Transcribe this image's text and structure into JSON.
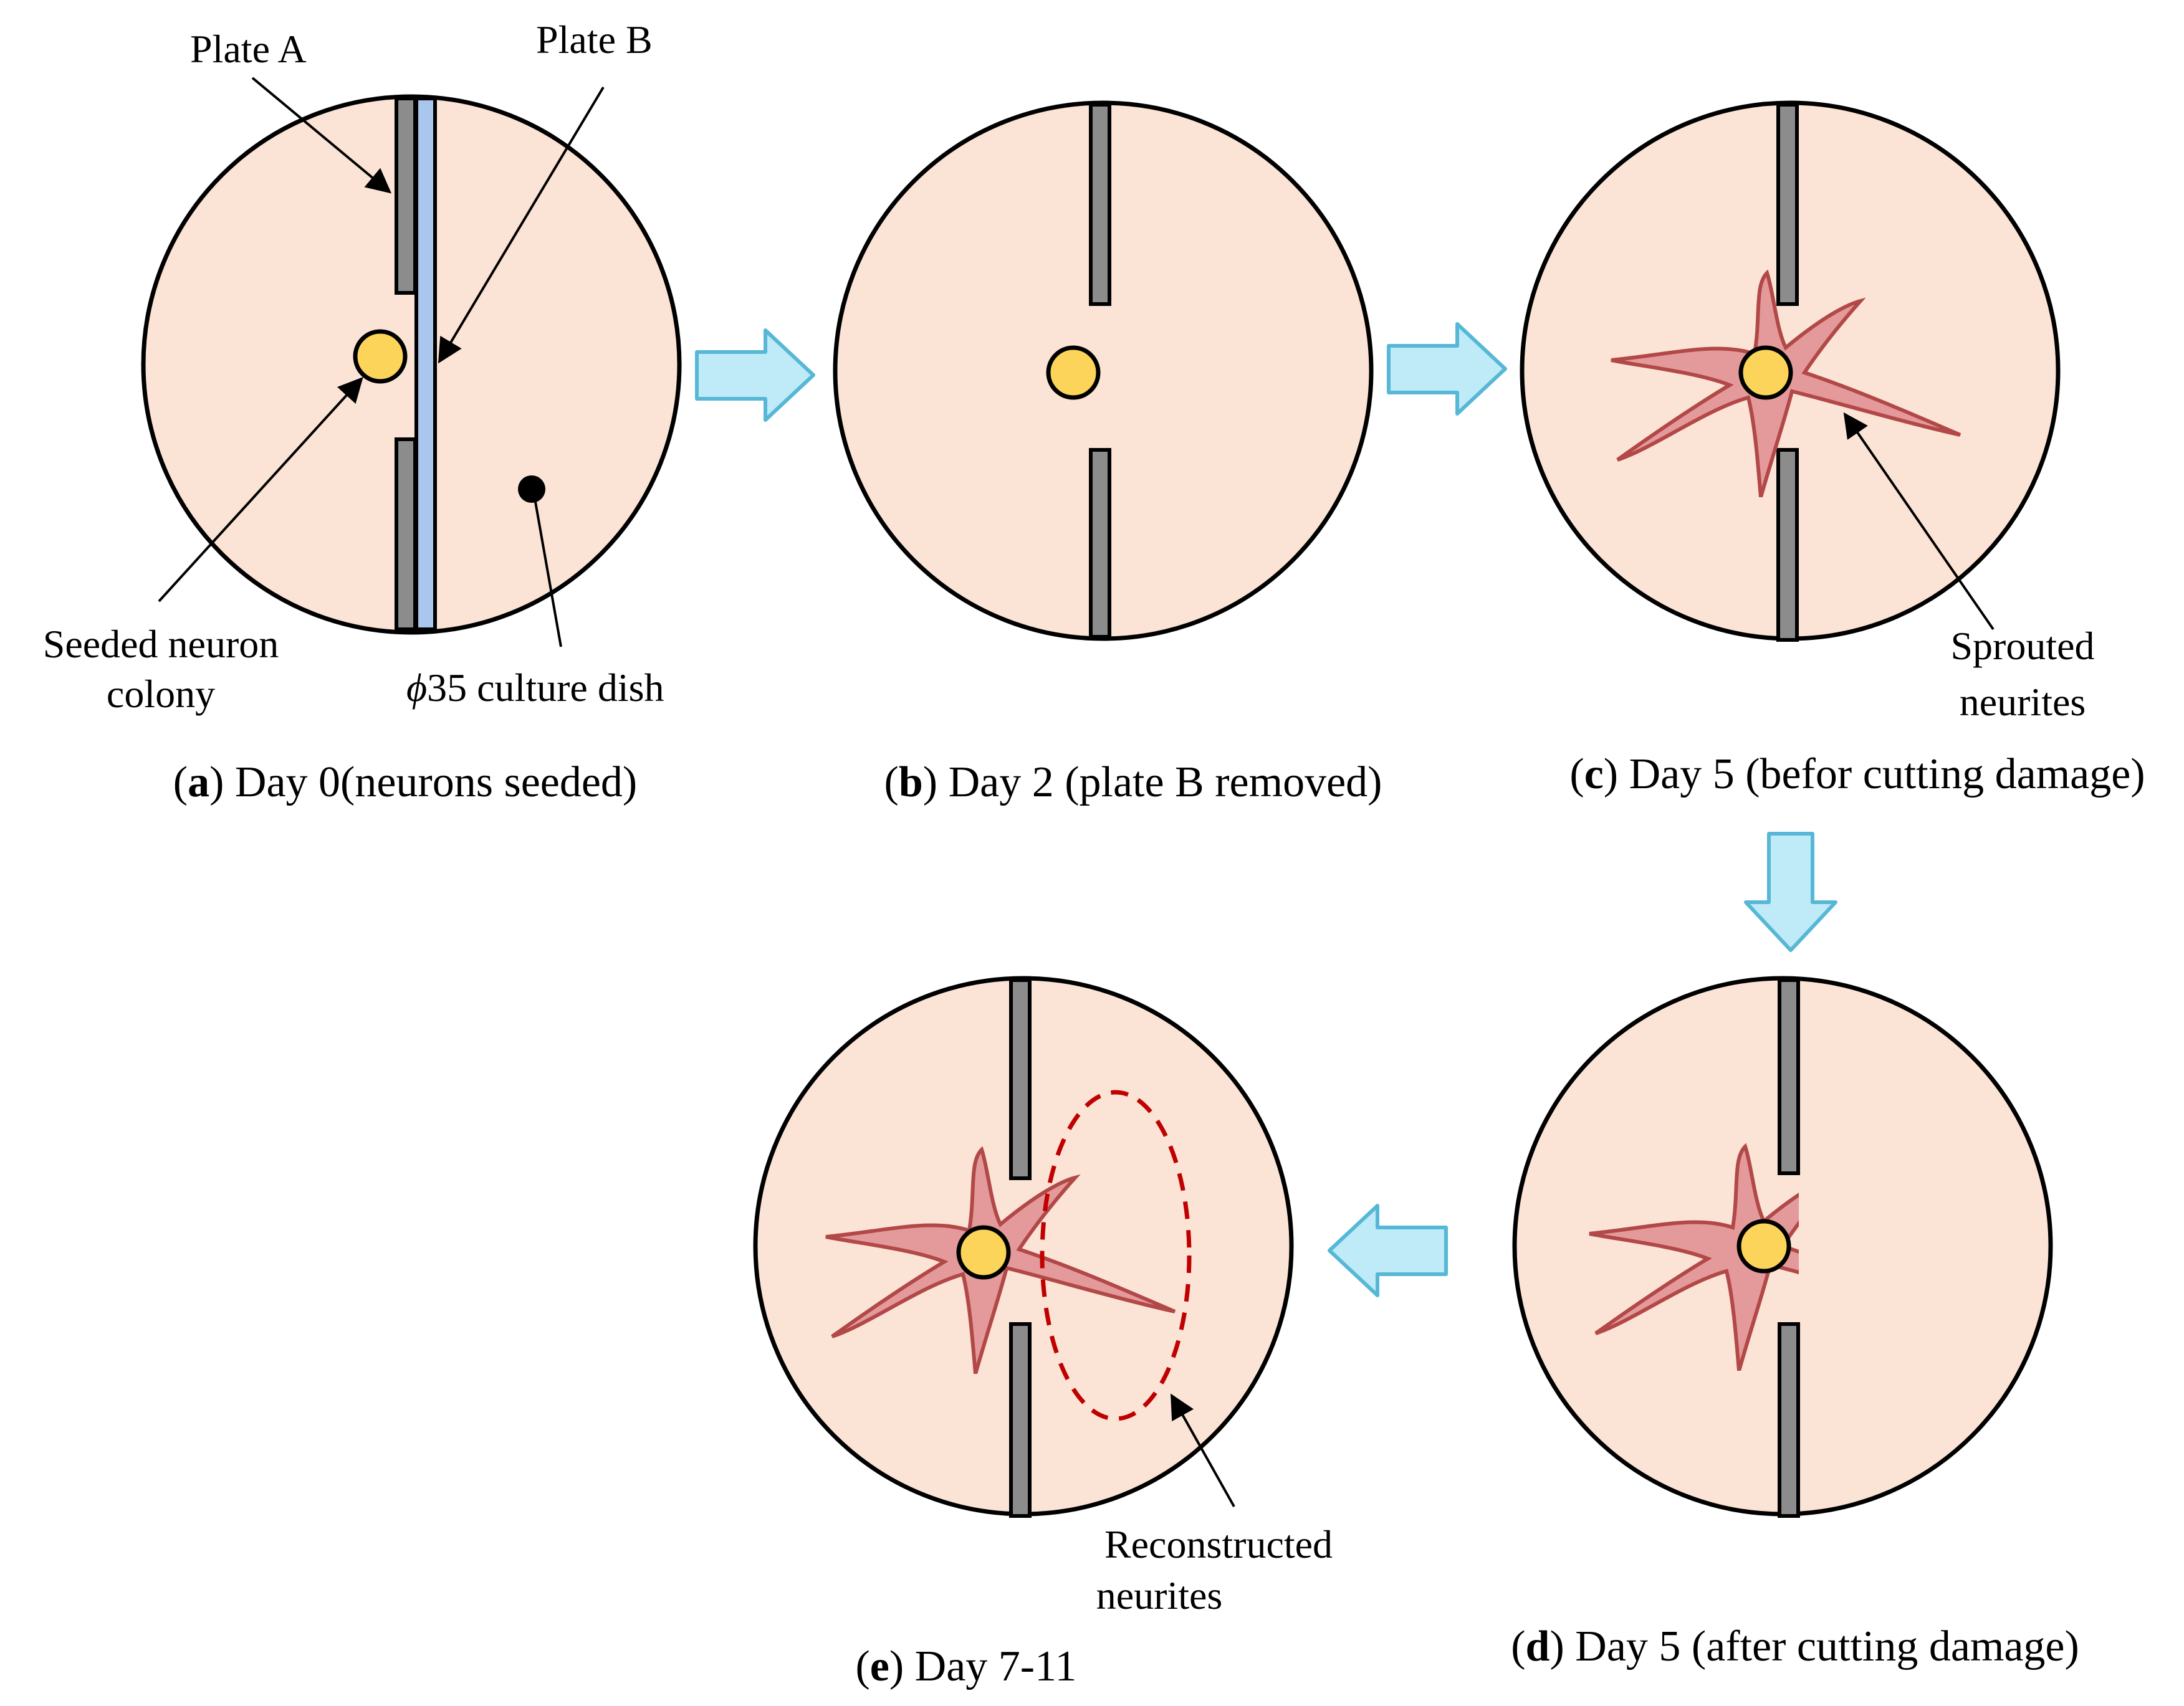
{
  "colors": {
    "dish_fill": "#fbe4d6",
    "plate_fill": "#8c8c8c",
    "plate_b_fill": "#a9c6ec",
    "colony_fill": "#fcd45a",
    "neurite_fill": "#e49a9a",
    "neurite_stroke": "#b24848",
    "arrow_fill": "#bfeaf7",
    "arrow_stroke": "#56b8d6",
    "ellipse_stroke": "#c00000"
  },
  "icons": {
    "flow_arrow": "block-arrow",
    "pointer": "black-arrowhead"
  },
  "panel_a": {
    "label_plate_a": "Plate A",
    "label_plate_b": "Plate B",
    "label_colony_1": "Seeded neuron",
    "label_colony_2": "colony",
    "label_dish_symbol": "ϕ",
    "label_dish_text": "35 culture dish",
    "caption_letter": "a",
    "caption_text": "Day 0(neurons seeded)"
  },
  "panel_b": {
    "caption_letter": "b",
    "caption_text": "Day 2 (plate B removed)"
  },
  "panel_c": {
    "label_neurites_1": "Sprouted",
    "label_neurites_2": "neurites",
    "caption_letter": "c",
    "caption_text": "Day 5 (befor cutting damage)"
  },
  "panel_d": {
    "caption_letter": "d",
    "caption_text": "Day 5 (after cutting damage)"
  },
  "panel_e": {
    "label_recon_1": "Reconstructed",
    "label_recon_2": "neurites",
    "caption_letter": "e",
    "caption_text": "Day 7-11"
  }
}
